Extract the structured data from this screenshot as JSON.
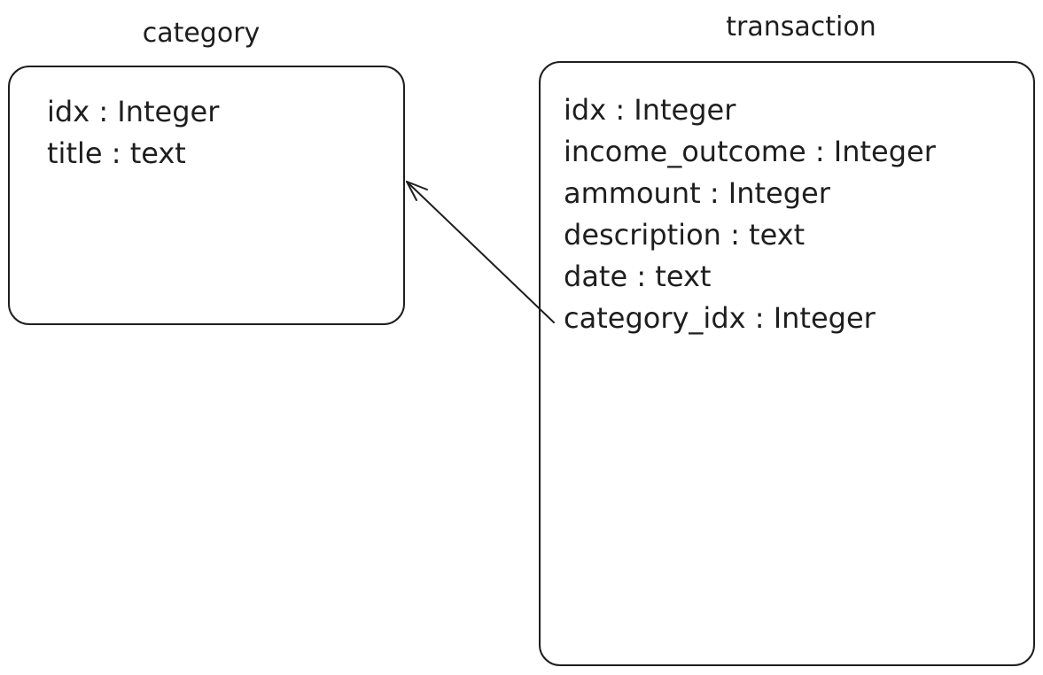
{
  "entities": {
    "category": {
      "title": "category",
      "fields": [
        "idx : Integer",
        "title : text"
      ]
    },
    "transaction": {
      "title": "transaction",
      "fields": [
        "idx : Integer",
        "income_outcome : Integer",
        "ammount : Integer",
        "description : text",
        "date : text",
        "category_idx : Integer"
      ]
    }
  },
  "style": {
    "stroke_color": "#1e1e1e",
    "background_color": "#ffffff"
  }
}
